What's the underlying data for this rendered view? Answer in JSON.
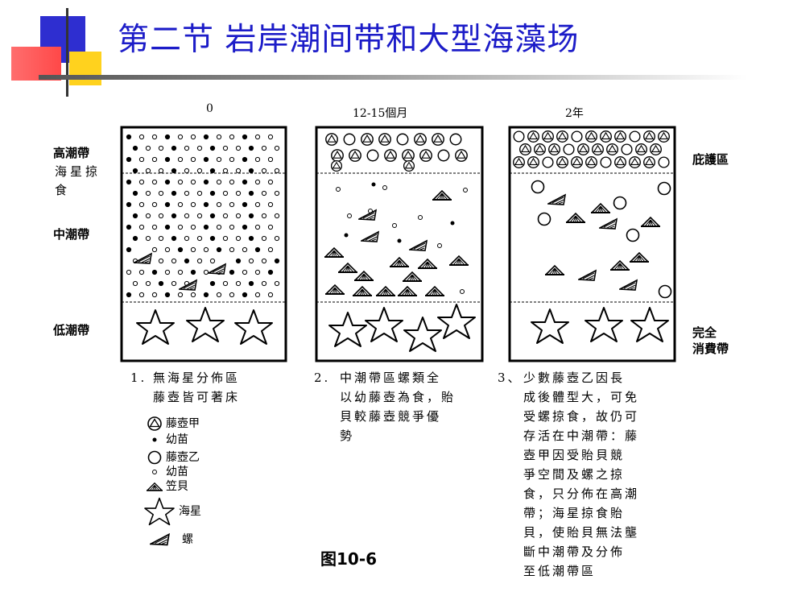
{
  "title": "第二节  岩岸潮间带和大型海藻场",
  "figure_label": "图10-6",
  "time_labels": [
    "0",
    "12-15個月",
    "2年"
  ],
  "zones_left": {
    "high": "高潮帶",
    "starfish_predation": [
      "海星掠",
      "食"
    ],
    "mid": "中潮帶",
    "low": "低潮帶"
  },
  "zones_right": {
    "refuge": "庇護區",
    "consumption": [
      "完全",
      "消費帶"
    ]
  },
  "captions": [
    {
      "num": "1.",
      "lines": [
        "無海星分佈區",
        "藤壺皆可著床"
      ]
    },
    {
      "num": "2.",
      "lines": [
        "中潮帶區螺類全",
        "以幼藤壺為食，貽",
        "貝較藤壺競爭優",
        "勢"
      ]
    },
    {
      "num": "3、",
      "lines": [
        "少數藤壺乙因長",
        "成後體型大，可免",
        "受螺掠食，故仍可",
        "存活在中潮帶：藤",
        "壺甲因受貽貝競",
        "爭空間及螺之掠",
        "食，只分佈在高潮",
        "帶；海星掠食貽",
        "貝，使貽貝無法壟",
        "斷中潮帶及分佈",
        "至低潮帶區"
      ]
    }
  ],
  "legend": [
    {
      "icon": "barnacle-a-icon",
      "lines": [
        "藤壺甲"
      ]
    },
    {
      "icon": "barnacle-a-larva-icon",
      "lines": [
        "幼苗"
      ]
    },
    {
      "icon": "barnacle-b-icon",
      "lines": [
        "藤壺乙"
      ]
    },
    {
      "icon": "barnacle-b-larva-icon",
      "lines": [
        "幼苗"
      ]
    },
    {
      "icon": "limpet-icon",
      "lines": [
        "笠貝"
      ]
    },
    {
      "icon": "starfish-icon",
      "lines": [
        "海星"
      ]
    },
    {
      "icon": "snail-icon",
      "lines": [
        "螺"
      ]
    }
  ],
  "colors": {
    "title": "#1c1cc8",
    "deco_blue": "#2e2ed0",
    "deco_red": "#ff5a5a",
    "deco_yellow": "#ffd21e"
  }
}
